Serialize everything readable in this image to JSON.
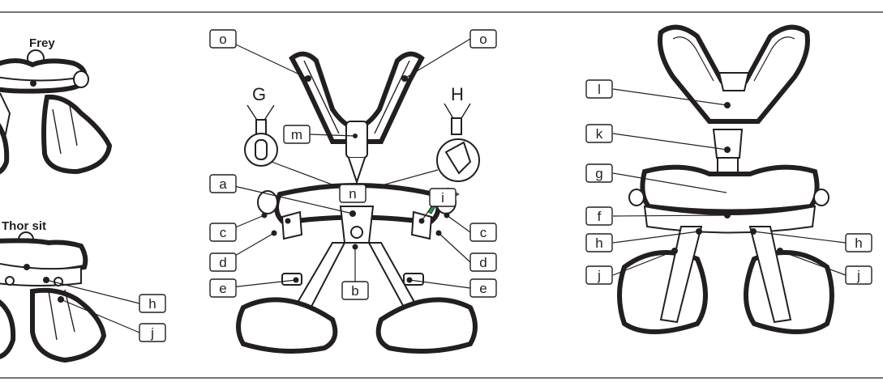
{
  "titles": {
    "frey": "Frey",
    "thor": "Thor sit"
  },
  "views": {
    "G": "G",
    "H": "H"
  },
  "labels": {
    "o": "o",
    "m": "m",
    "a": "a",
    "n": "n",
    "i": "i",
    "c": "c",
    "d": "d",
    "e": "e",
    "b": "b",
    "l": "l",
    "k": "k",
    "g": "g",
    "f": "f",
    "h": "h",
    "j": "j"
  },
  "colors": {
    "ink": "#231f20",
    "arrow": "#1a9a4a"
  }
}
